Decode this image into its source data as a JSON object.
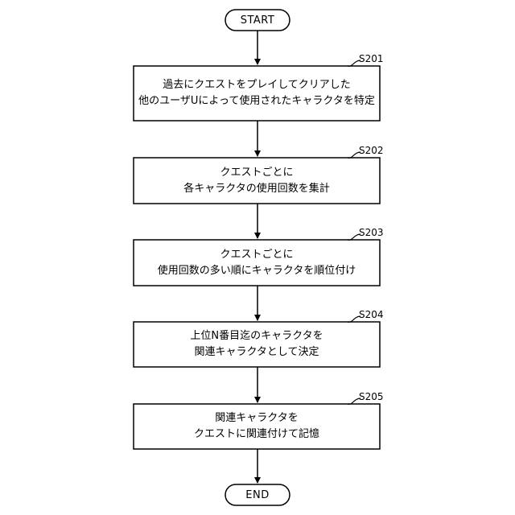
{
  "flowchart": {
    "start": {
      "label": "START"
    },
    "end": {
      "label": "END"
    },
    "steps": [
      {
        "id": "S201",
        "lines": [
          "過去にクエストをプレイしてクリアした",
          "他のユーザUによって使用されたキャラクタを特定"
        ]
      },
      {
        "id": "S202",
        "lines": [
          "クエストごとに",
          "各キャラクタの使用回数を集計"
        ]
      },
      {
        "id": "S203",
        "lines": [
          "クエストごとに",
          "使用回数の多い順にキャラクタを順位付け"
        ]
      },
      {
        "id": "S204",
        "lines": [
          "上位N番目迄のキャラクタを",
          "関連キャラクタとして決定"
        ]
      },
      {
        "id": "S205",
        "lines": [
          "関連キャラクタを",
          "クエストに関連付けて記憶"
        ]
      }
    ]
  },
  "colors": {
    "stroke": "#000000",
    "background": "#ffffff"
  }
}
